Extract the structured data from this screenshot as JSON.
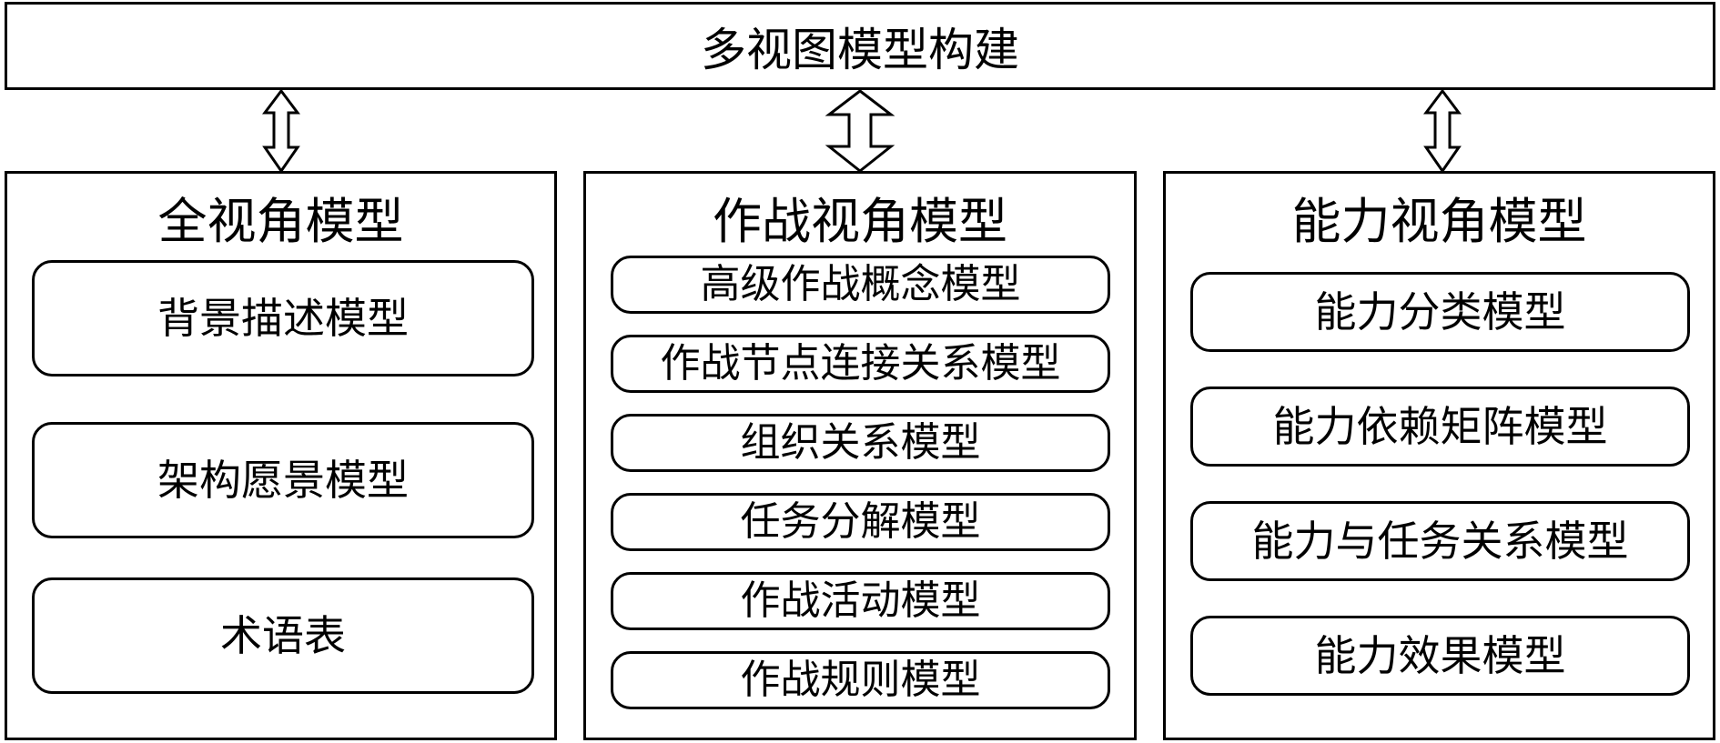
{
  "top": {
    "title": "多视图模型构建"
  },
  "columns": [
    {
      "title": "全视角模型",
      "items": [
        "背景描述模型",
        "架构愿景模型",
        "术语表"
      ]
    },
    {
      "title": "作战视角模型",
      "items": [
        "高级作战概念模型",
        "作战节点连接关系模型",
        "组织关系模型",
        "任务分解模型",
        "作战活动模型",
        "作战规则模型"
      ]
    },
    {
      "title": "能力视角模型",
      "items": [
        "能力分类模型",
        "能力依赖矩阵模型",
        "能力与任务关系模型",
        "能力效果模型"
      ]
    }
  ]
}
